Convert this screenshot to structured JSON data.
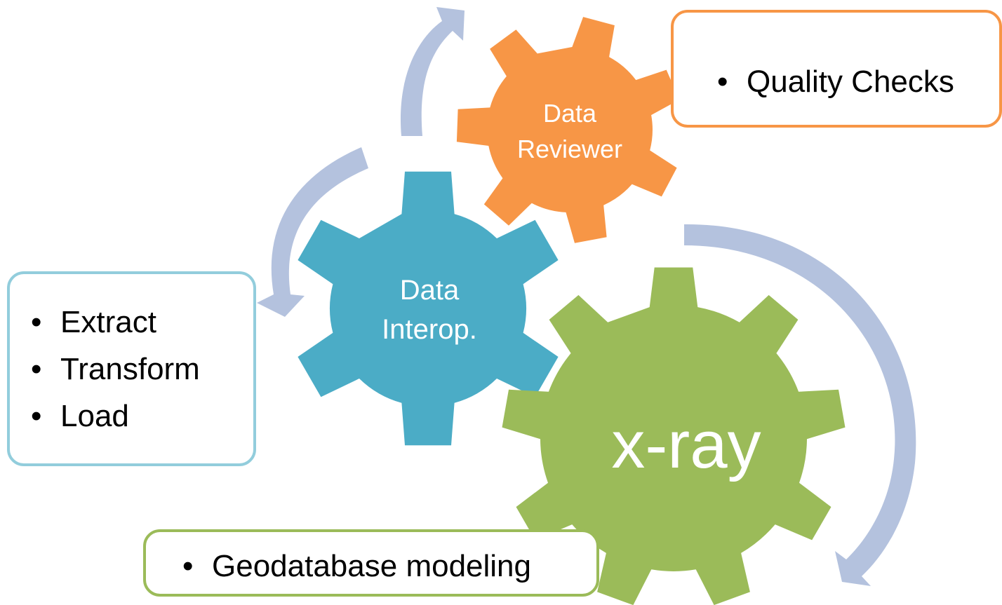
{
  "gears": {
    "data_reviewer": {
      "line1": "Data",
      "line2": "Reviewer",
      "color": "#F79646"
    },
    "data_interop": {
      "line1": "Data",
      "line2": "Interop.",
      "color": "#4BACC6"
    },
    "xray": {
      "label": "x-ray",
      "color": "#9BBB59"
    }
  },
  "callouts": {
    "data_reviewer": {
      "items": [
        "Quality Checks"
      ],
      "border_color": "#F79646"
    },
    "data_interop": {
      "items": [
        "Extract",
        "Transform",
        "Load"
      ],
      "border_color": "#92CDDC"
    },
    "xray": {
      "items": [
        "Geodatabase modeling"
      ],
      "border_color": "#9BBB59"
    }
  },
  "arrow_color": "#B4C2DE"
}
